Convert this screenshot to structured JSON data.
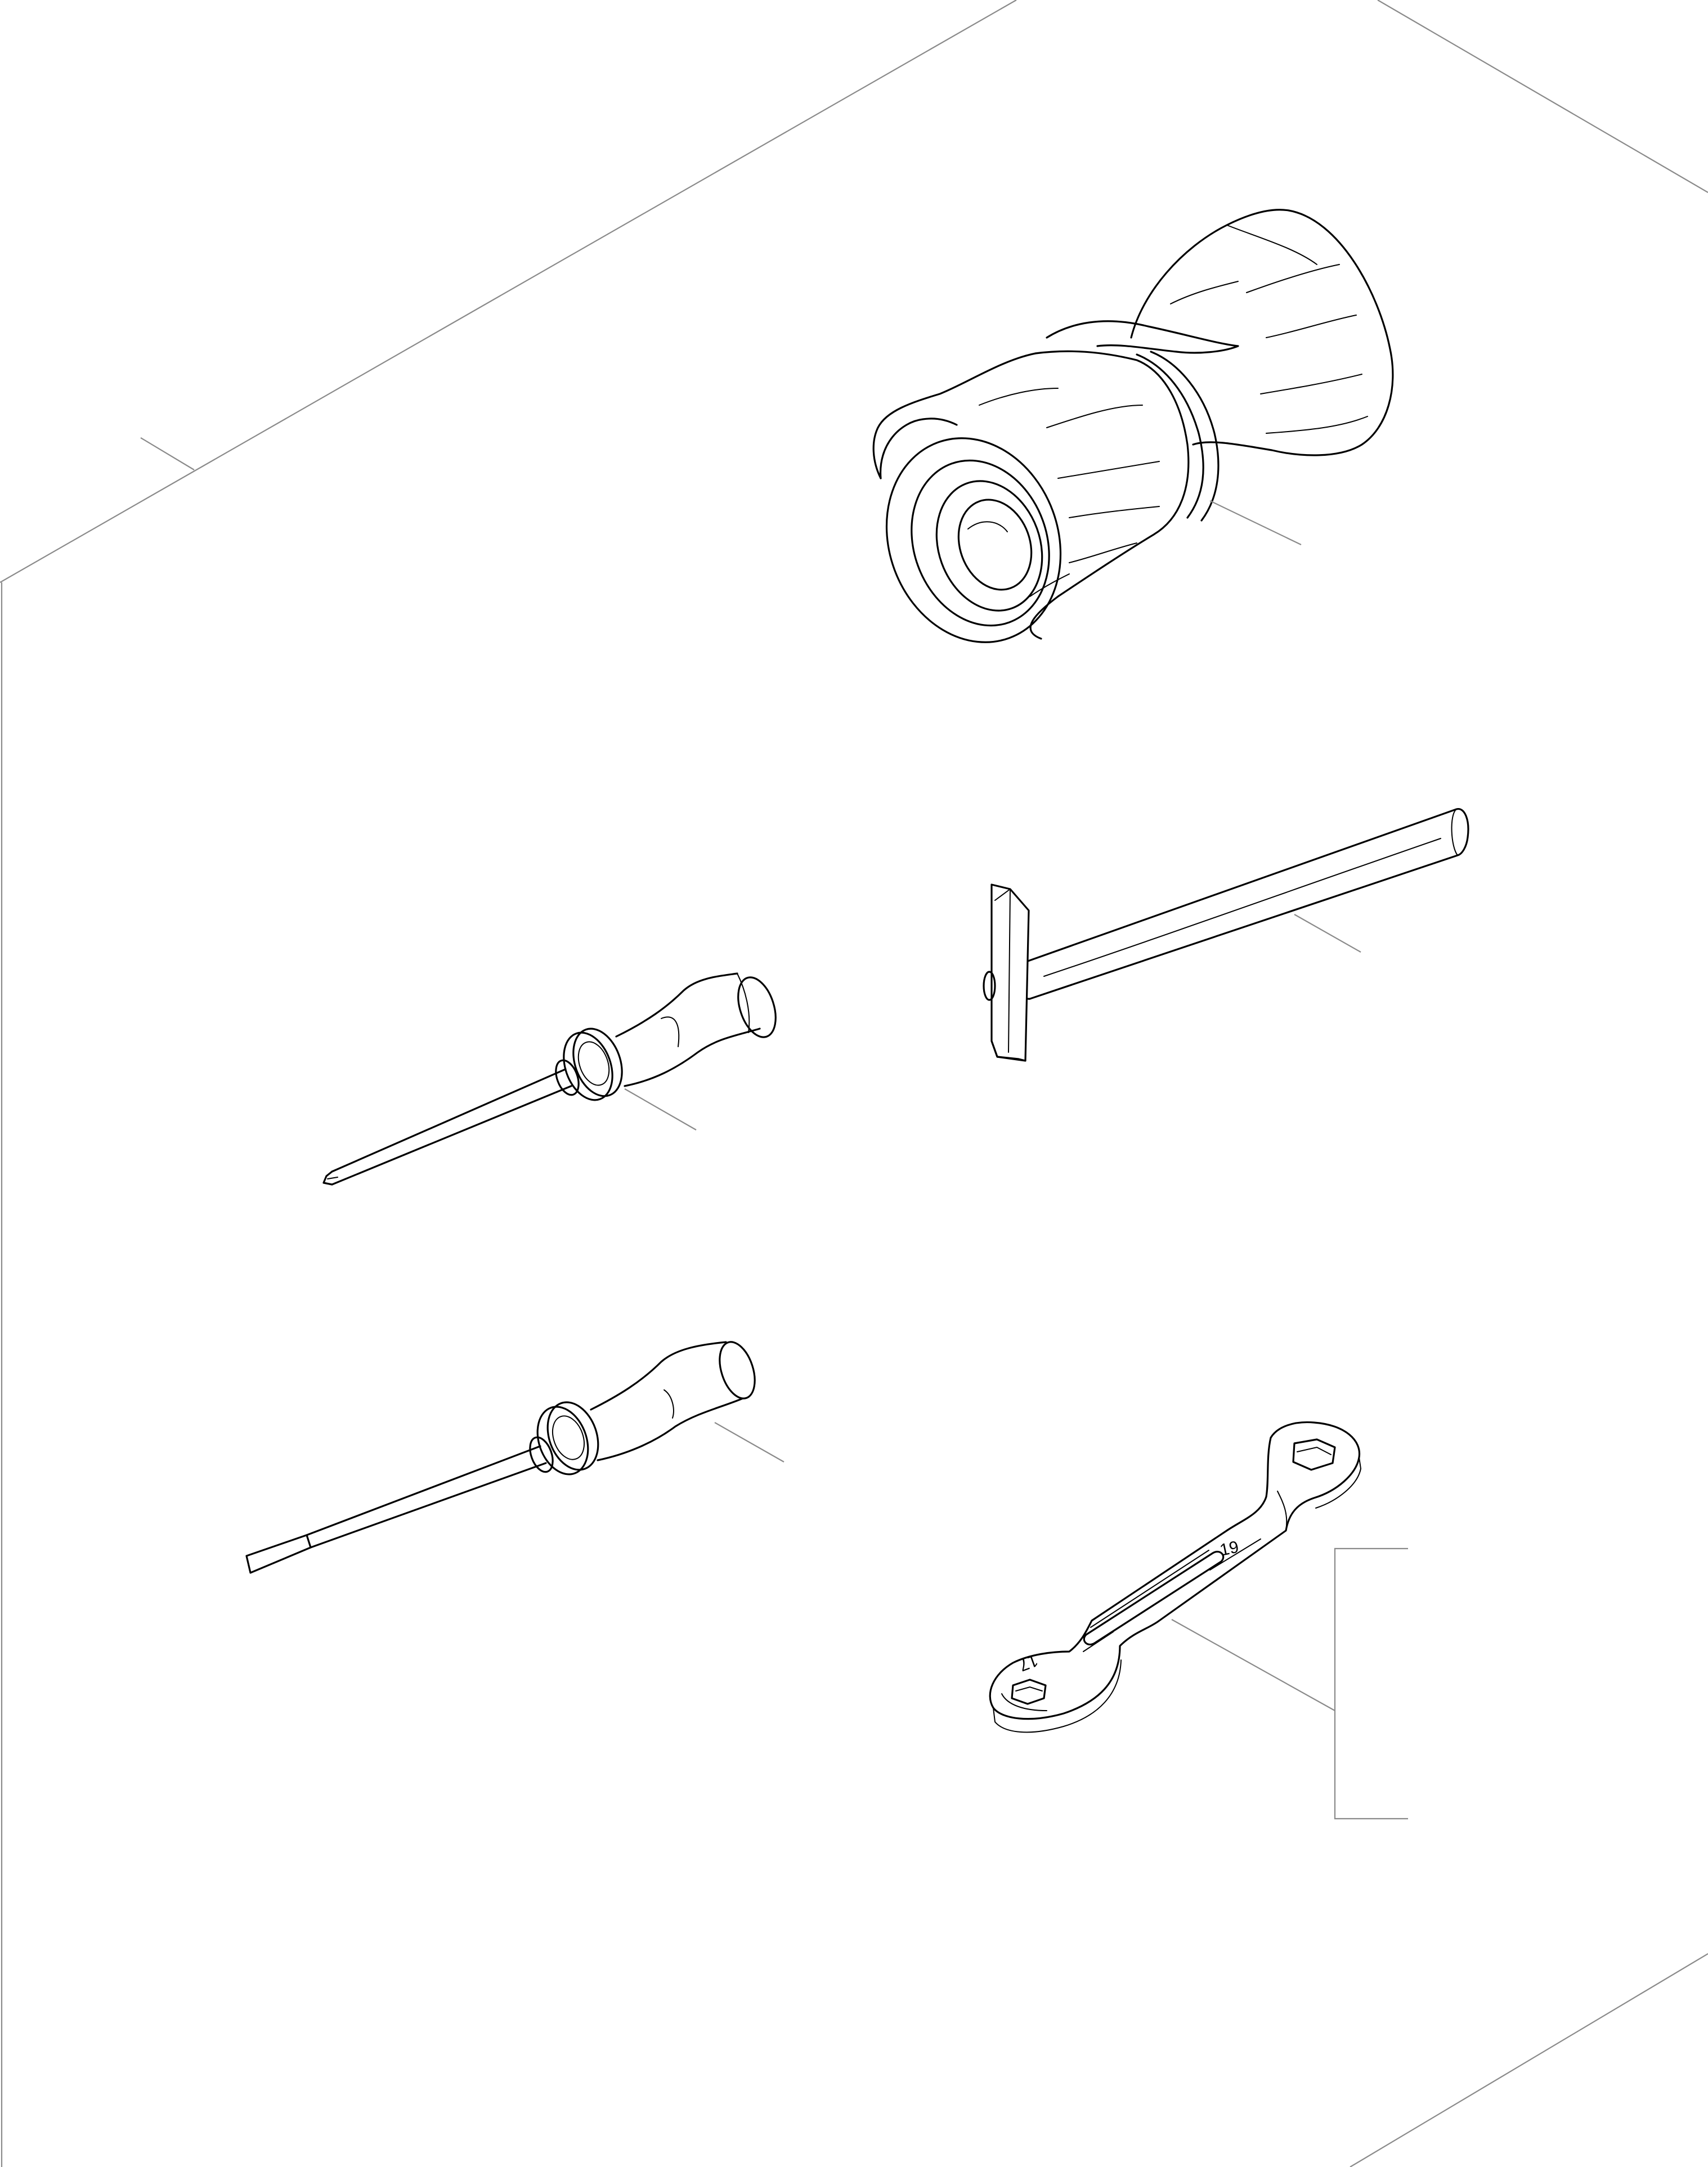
{
  "drawing": {
    "items": [
      {
        "key": "tool_roll",
        "icon": "tool-roll-icon"
      },
      {
        "key": "hammer",
        "icon": "hammer-icon"
      },
      {
        "key": "phillips_screwdriver",
        "icon": "phillips-screwdriver-icon"
      },
      {
        "key": "flat_screwdriver",
        "icon": "flat-screwdriver-icon"
      },
      {
        "key": "ring_spanner",
        "icon": "ring-spanner-icon"
      }
    ],
    "ring_spanner": {
      "size_large": "19",
      "size_small": "17"
    },
    "colors": {
      "line": "#000000",
      "frame": "#8a8a8a",
      "background": "#ffffff"
    }
  }
}
